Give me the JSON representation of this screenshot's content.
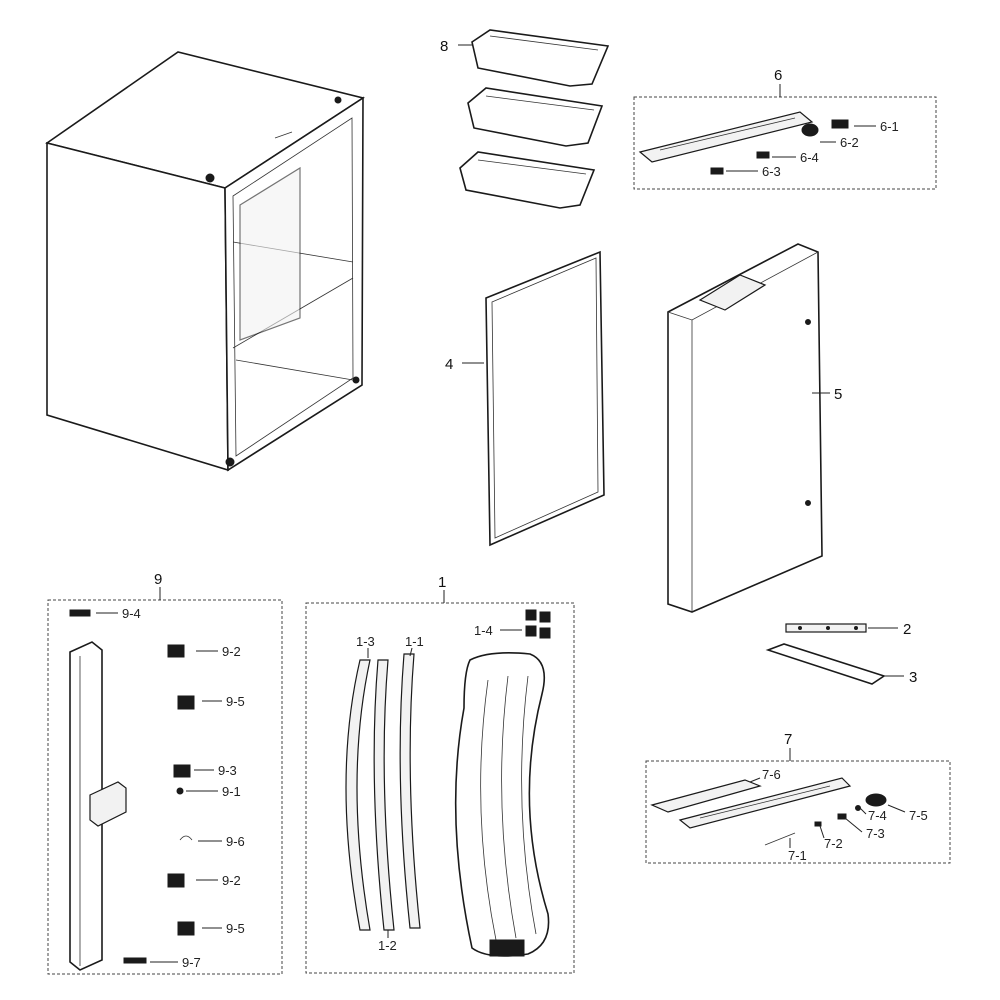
{
  "callouts": {
    "c1": "1",
    "c1_1": "1-1",
    "c1_2": "1-2",
    "c1_3": "1-3",
    "c1_4": "1-4",
    "c2": "2",
    "c3": "3",
    "c4": "4",
    "c5": "5",
    "c6": "6",
    "c6_1": "6-1",
    "c6_2": "6-2",
    "c6_3": "6-3",
    "c6_4": "6-4",
    "c7": "7",
    "c7_1": "7-1",
    "c7_2": "7-2",
    "c7_3": "7-3",
    "c7_4": "7-4",
    "c7_5": "7-5",
    "c7_6": "7-6",
    "c8": "8",
    "c9": "9",
    "c9_1": "9-1",
    "c9_2a": "9-2",
    "c9_2b": "9-2",
    "c9_3": "9-3",
    "c9_4": "9-4",
    "c9_5a": "9-5",
    "c9_5b": "9-5",
    "c9_6": "9-6",
    "c9_7": "9-7"
  }
}
